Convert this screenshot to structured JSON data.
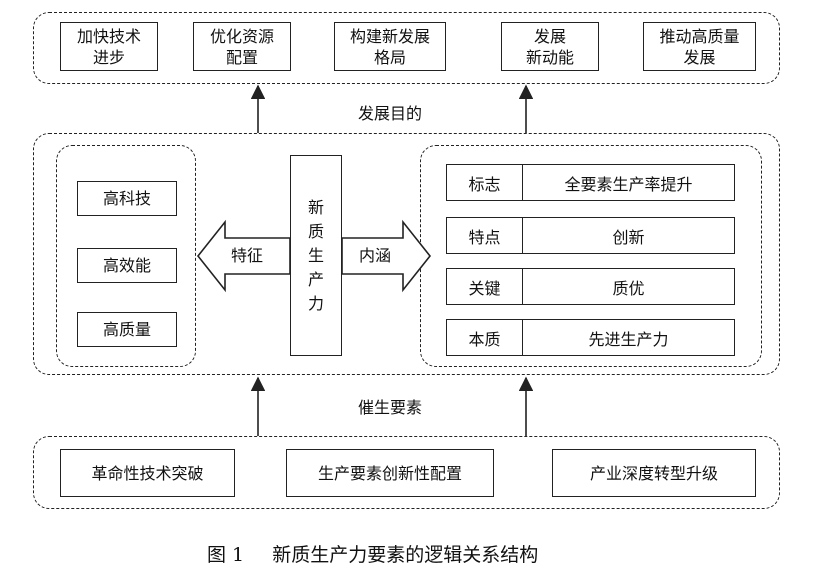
{
  "top": {
    "label": "发展目的",
    "goals": [
      "加快技术\n进步",
      "优化资源\n配置",
      "构建新发展\n格局",
      "发展\n新动能",
      "推动高质量\n发展"
    ]
  },
  "middle": {
    "features": [
      "高科技",
      "高效能",
      "高质量"
    ],
    "center": "新质生产力",
    "left_arrow_label": "特征",
    "right_arrow_label": "内涵",
    "connotation": [
      {
        "key": "标志",
        "value": "全要素生产率提升"
      },
      {
        "key": "特点",
        "value": "创新"
      },
      {
        "key": "关键",
        "value": "质优"
      },
      {
        "key": "本质",
        "value": "先进生产力"
      }
    ]
  },
  "bottom": {
    "label": "催生要素",
    "factors": [
      "革命性技术突破",
      "生产要素创新性配置",
      "产业深度转型升级"
    ]
  },
  "caption": {
    "number": "图 1",
    "title": "新质生产力要素的逻辑关系结构"
  }
}
